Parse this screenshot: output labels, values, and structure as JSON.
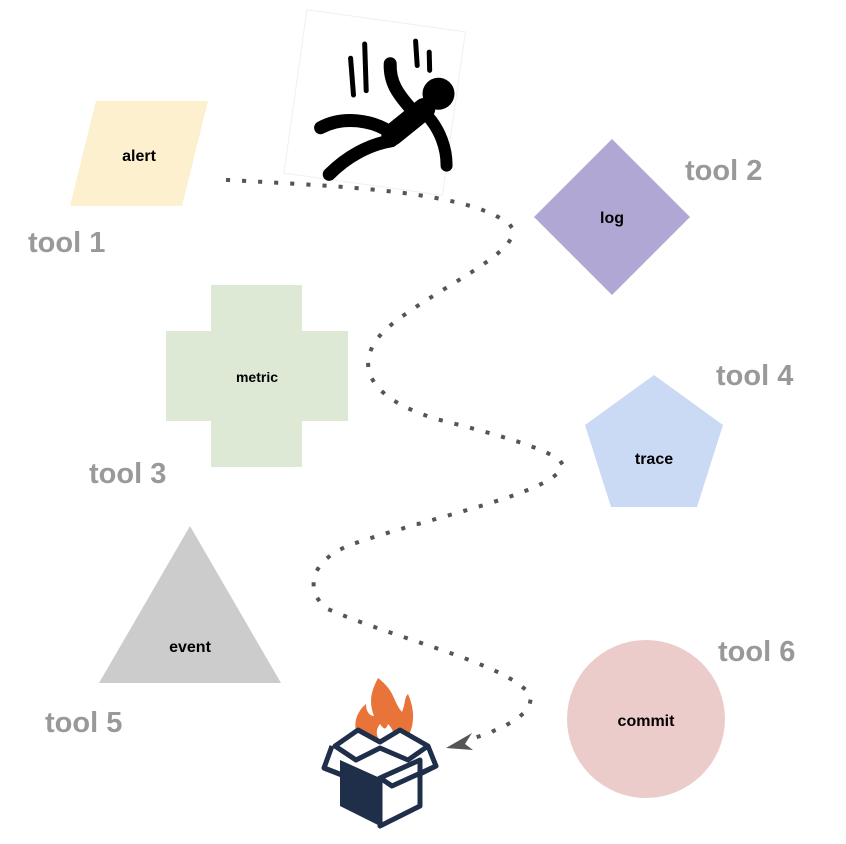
{
  "diagram": {
    "title": "",
    "nodes": [
      {
        "id": "alert",
        "label": "alert",
        "shape": "parallelogram",
        "color": "#fcf0cf",
        "tool": "tool 1"
      },
      {
        "id": "log",
        "label": "log",
        "shape": "diamond",
        "color": "#b1a7d4",
        "tool": "tool 2"
      },
      {
        "id": "metric",
        "label": "metric",
        "shape": "cross",
        "color": "#dde8d5",
        "tool": "tool 3"
      },
      {
        "id": "trace",
        "label": "trace",
        "shape": "pentagon",
        "color": "#cbdaf4",
        "tool": "tool 4"
      },
      {
        "id": "event",
        "label": "event",
        "shape": "triangle",
        "color": "#cccccc",
        "tool": "tool 5"
      },
      {
        "id": "commit",
        "label": "commit",
        "shape": "circle",
        "color": "#ecccca",
        "tool": "tool 6"
      }
    ],
    "icons": [
      {
        "name": "falling-person-icon",
        "color": "#000000"
      },
      {
        "name": "burning-box-icon",
        "box_color": "#1f2f4a",
        "flame_color": "#e8743a"
      }
    ],
    "connector": {
      "style": "dotted",
      "color": "#555555",
      "ends_with": "arrow",
      "target": "burning-box-icon"
    },
    "labels": {
      "tool1": "tool 1",
      "tool2": "tool 2",
      "tool3": "tool 3",
      "tool4": "tool 4",
      "tool5": "tool 5",
      "tool6": "tool 6"
    },
    "label_color": "#999999"
  }
}
